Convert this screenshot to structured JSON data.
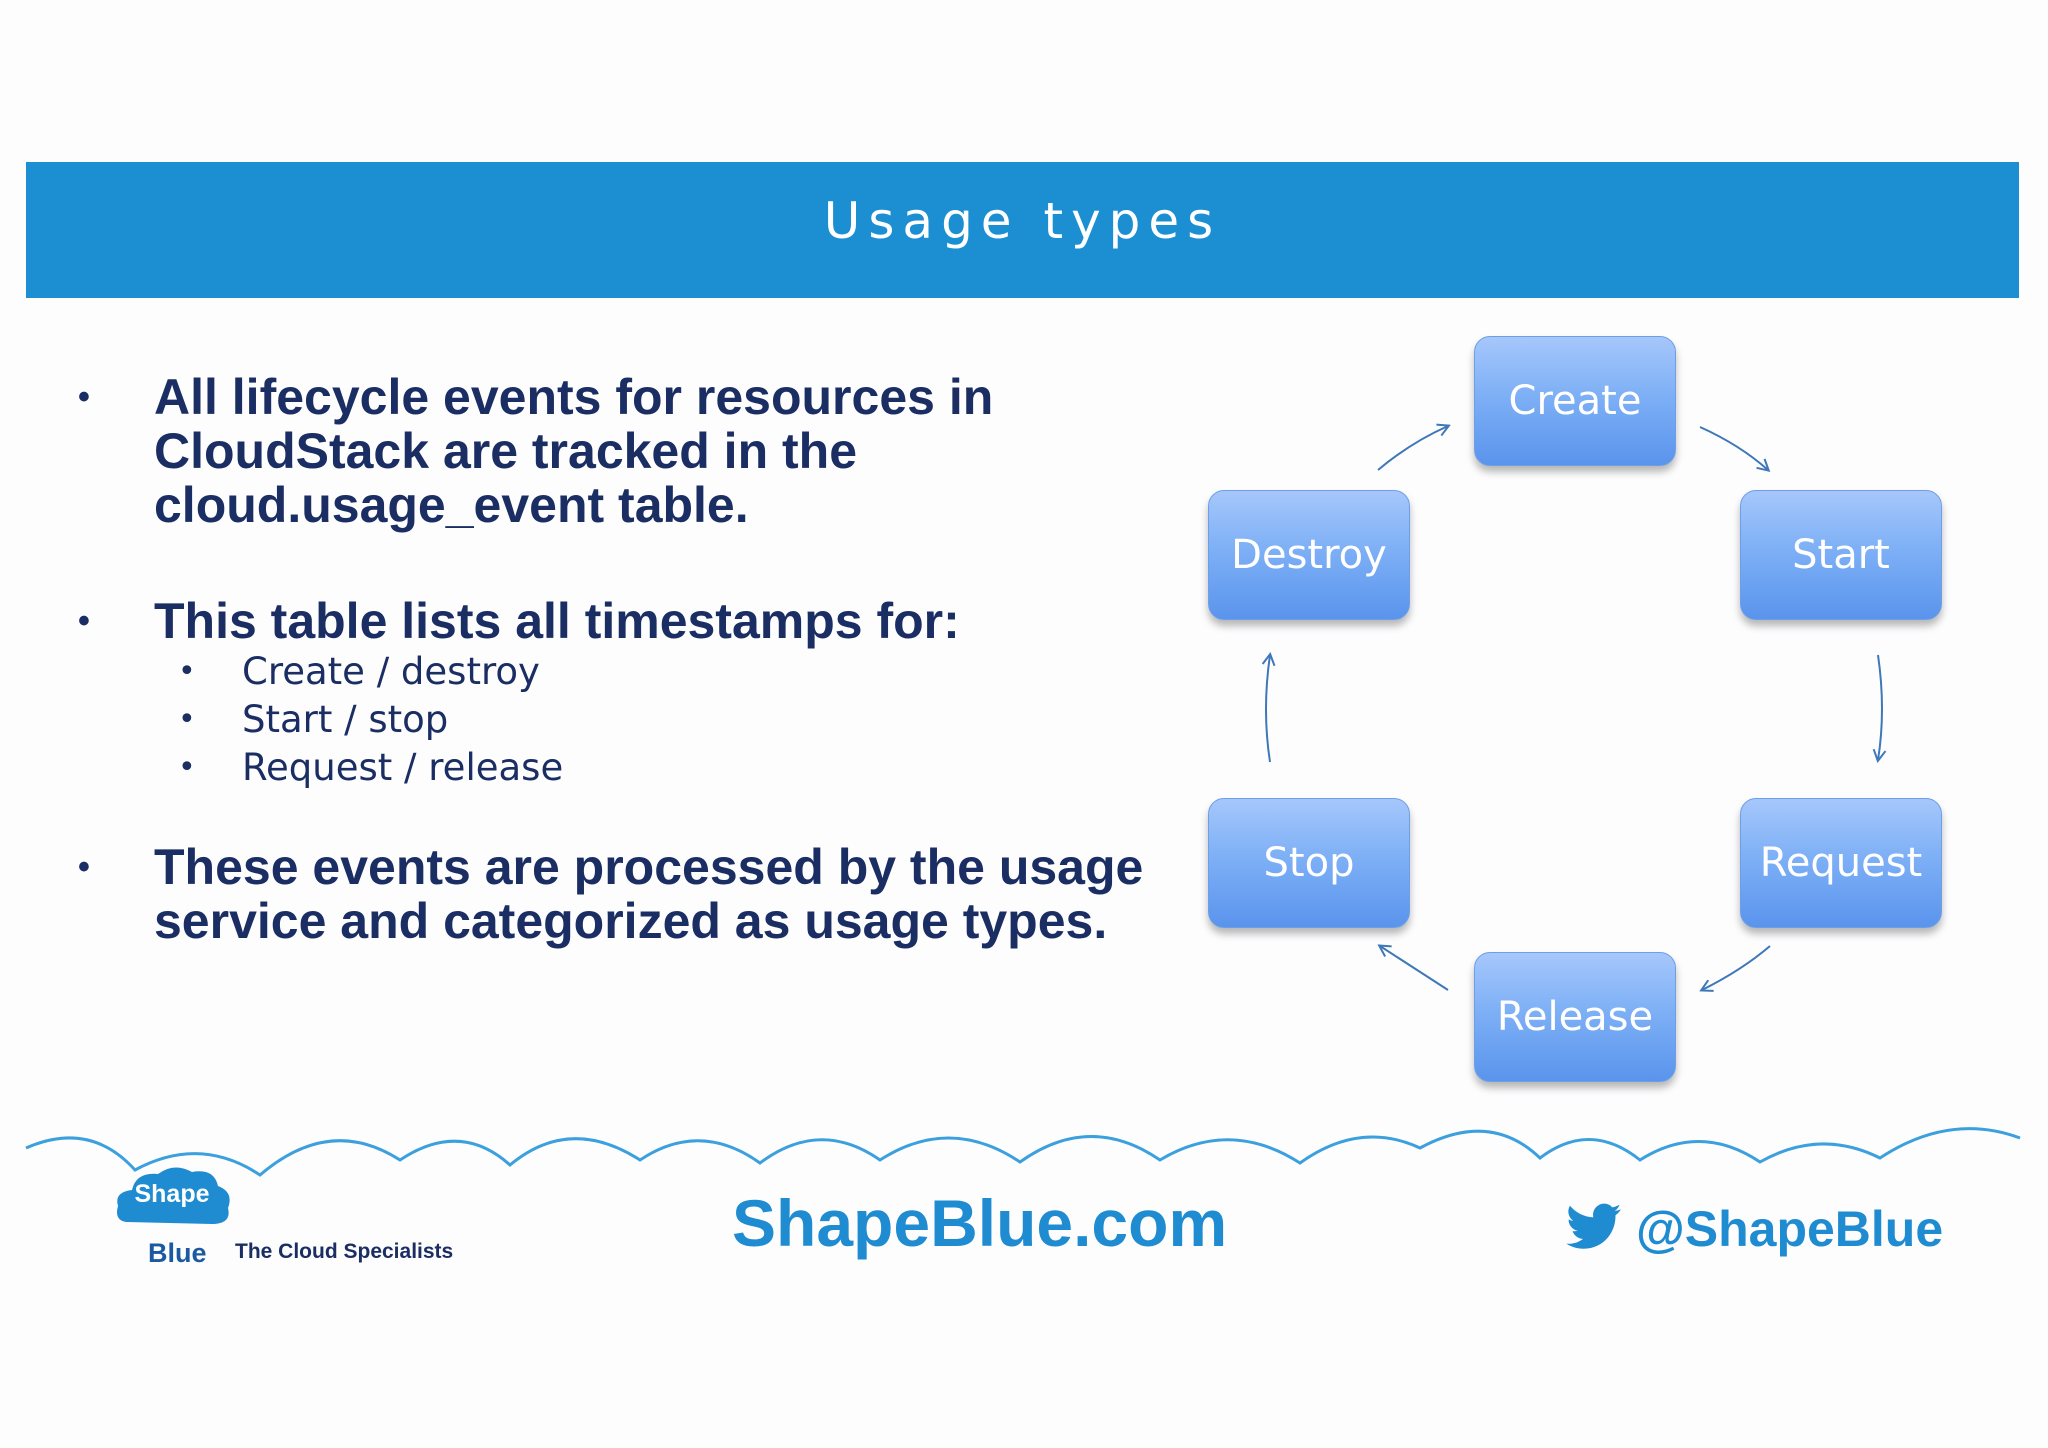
{
  "title": "Usage types",
  "bullets": [
    {
      "text": "All lifecycle events for resources in CloudStack are tracked in the cloud.usage_event table."
    },
    {
      "text": "This table lists all timestamps for:",
      "sub": [
        "Create / destroy",
        "Start / stop",
        "Request / release"
      ]
    },
    {
      "text": "These events are processed by the usage service and categorized as usage types."
    }
  ],
  "bullet_glyph": "•",
  "cycle": {
    "nodes": [
      "Create",
      "Start",
      "Request",
      "Release",
      "Stop",
      "Destroy"
    ],
    "node_color": "#7eb0f6",
    "arrow_color": "#3e78b8"
  },
  "footer": {
    "logo_shape": "Shape",
    "logo_blue": "Blue",
    "tagline": "The Cloud Specialists",
    "website": "ShapeBlue.com",
    "twitter": "@ShapeBlue"
  },
  "colors": {
    "title_band": "#1c8fd3",
    "text_dark": "#1b2e63",
    "brand_blue": "#1f8bd0"
  }
}
